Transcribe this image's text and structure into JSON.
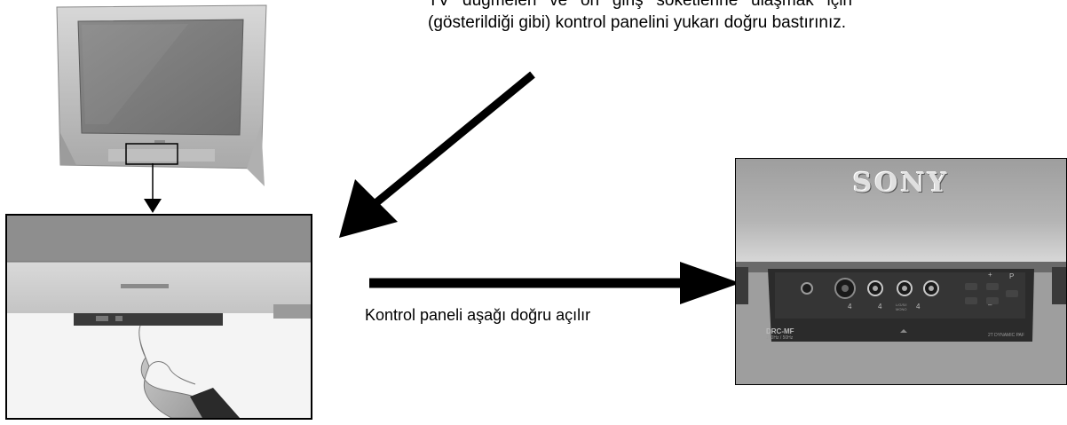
{
  "instruction": {
    "text": "TV düğmeleri ve ön giriş soketlerine ulaşmak için (gösterildiği gibi) kontrol panelini yukarı doğru bastırınız."
  },
  "caption": {
    "text": "Kontrol paneli aşağı doğru açılır"
  },
  "tv_panel": {
    "logo": "SONY",
    "model_label": "DRC-MF",
    "model_sub": "100Hz / 50Hz",
    "right_label": "2T DYNAMIC PAF",
    "control_p": "P",
    "control_plus": "+",
    "control_minus": "–",
    "jack_label_4a": "4",
    "jack_label_4b": "4",
    "jack_label_mono": "L/G/S/I MONO",
    "jack_label_4c": "4"
  },
  "colors": {
    "arrow": "#000000",
    "border": "#000000",
    "photo_bg": "#bdbdbd"
  }
}
